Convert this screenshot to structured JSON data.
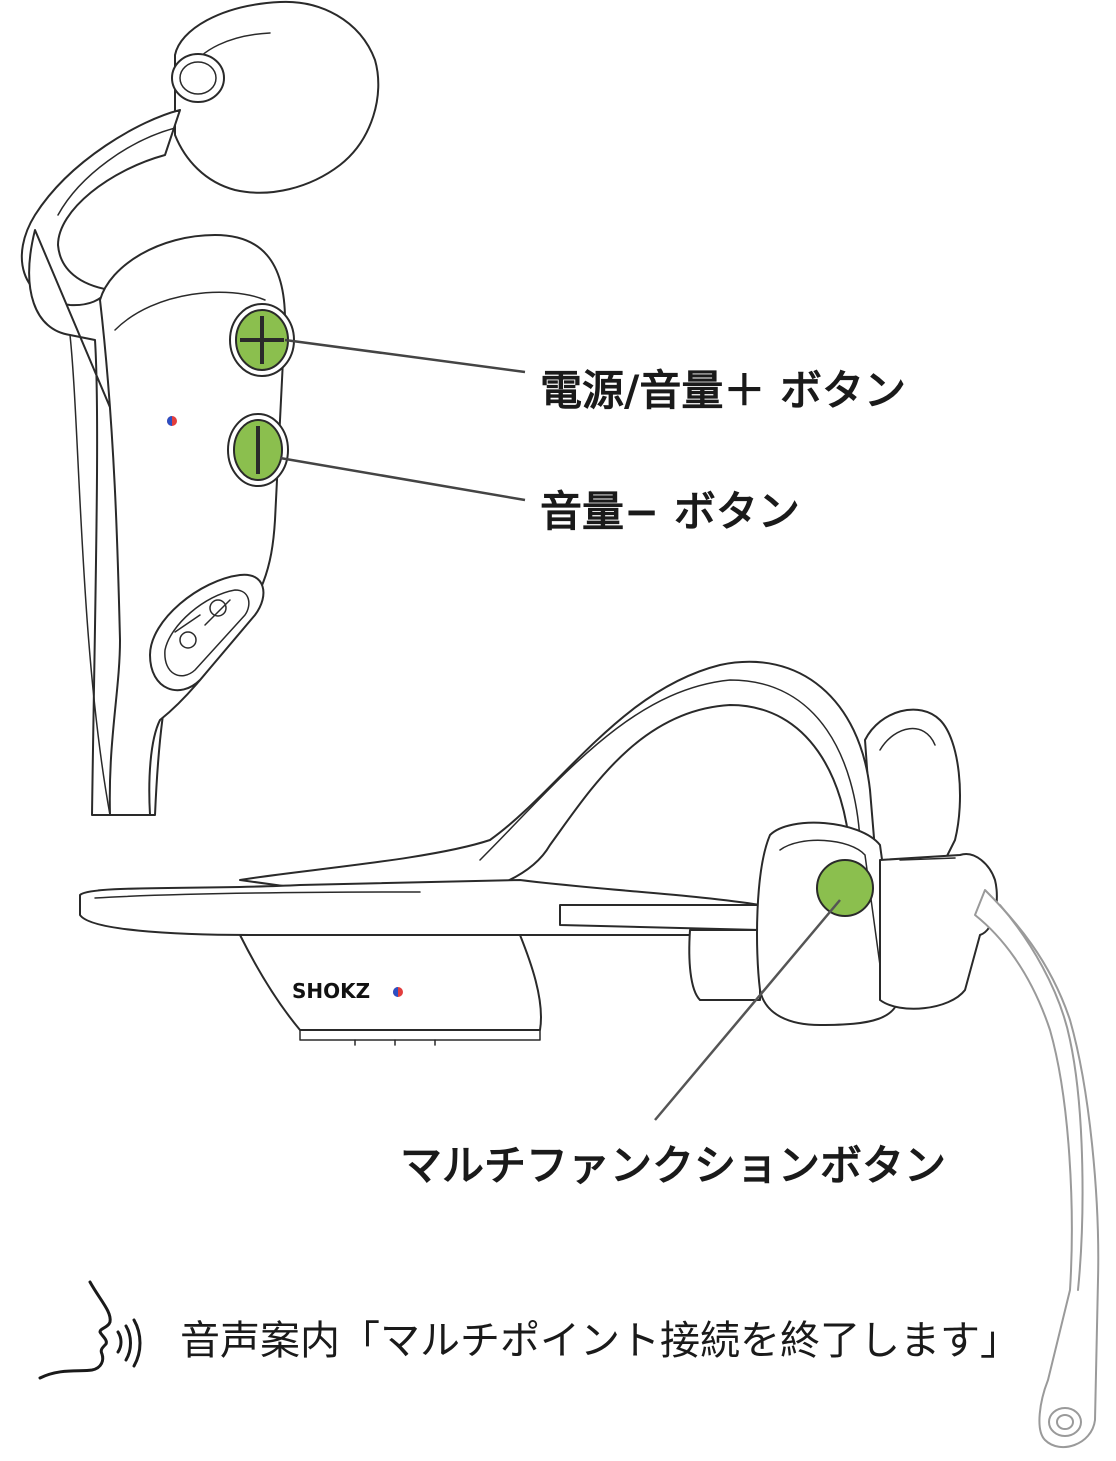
{
  "colors": {
    "button_green": "#8bbf4e",
    "outline": "#2a2a2a",
    "mic_outline": "#9a9a9a",
    "led_blue": "#2b4fc4",
    "led_red": "#e23d3d"
  },
  "labels": {
    "power_volume_up": "電源/音量＋ ボタン",
    "volume_down": "音量− ボタン",
    "multifunction": "マルチファンクションボタン"
  },
  "brand": "SHOKZ",
  "voice_prompt": {
    "icon": "speaking-head-icon",
    "text": "音声案内「マルチポイント接続を終了します」"
  },
  "buttons": {
    "plus_symbol": "plus-icon",
    "minus_symbol": "minus-icon"
  }
}
